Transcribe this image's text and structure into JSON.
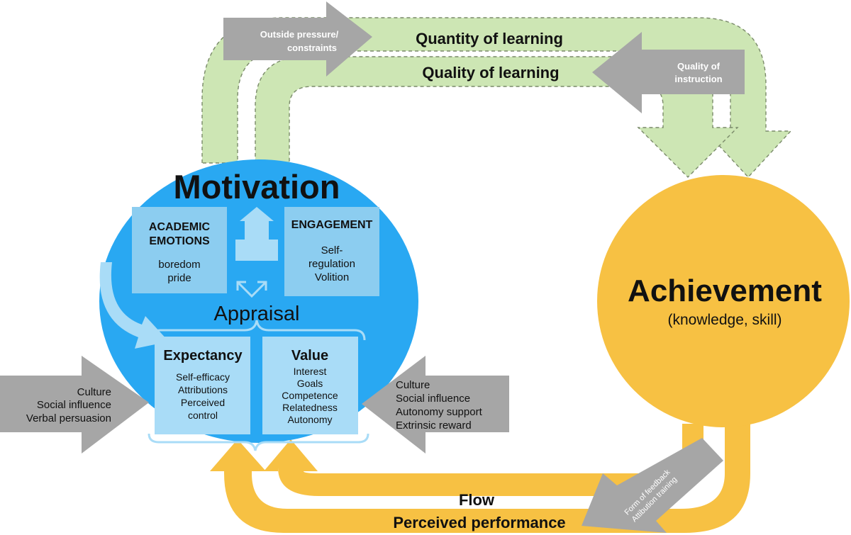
{
  "diagram": {
    "title": "Motivation",
    "achievement": {
      "title": "Achievement",
      "subtitle": "(knowledge, skill)"
    },
    "academic_emotions": {
      "heading": [
        "ACADEMIC",
        "EMOTIONS"
      ],
      "items": [
        "boredom",
        "pride"
      ]
    },
    "engagement": {
      "heading": "ENGAGEMENT",
      "items": [
        "Self-",
        "regulation",
        "Volition"
      ]
    },
    "appraisal": "Appraisal",
    "expectancy": {
      "heading": "Expectancy",
      "items": [
        "Self-efficacy",
        "Attributions",
        "Perceived",
        "control"
      ]
    },
    "value": {
      "heading": "Value",
      "items": [
        "Interest",
        "Goals",
        "Competence",
        "Relatedness",
        "Autonomy"
      ]
    },
    "quantity_of_learning": "Quantity of learning",
    "quality_of_learning": "Quality of learning",
    "outside_pressure": [
      "Outside pressure/",
      "constraints"
    ],
    "quality_of_instruction": [
      "Quality of",
      "instruction"
    ],
    "left_influences": [
      "Culture",
      "Social influence",
      "Verbal persuasion"
    ],
    "right_influences": [
      "Culture",
      "Social influence",
      "Autonomy support",
      "Extrinsic reward"
    ],
    "flow": "Flow",
    "perceived_performance": "Perceived performance",
    "feedback": [
      "Form of feedback",
      "Attibution training"
    ]
  },
  "colors": {
    "motivation_blue": "#29A8F2",
    "inner_box_blue": "#8CCDF0",
    "light_blue_box": "#A9DCF7",
    "achievement_yellow": "#F7C143",
    "learning_green": "#CDE6B4",
    "gray_arrow": "#A6A6A6"
  }
}
